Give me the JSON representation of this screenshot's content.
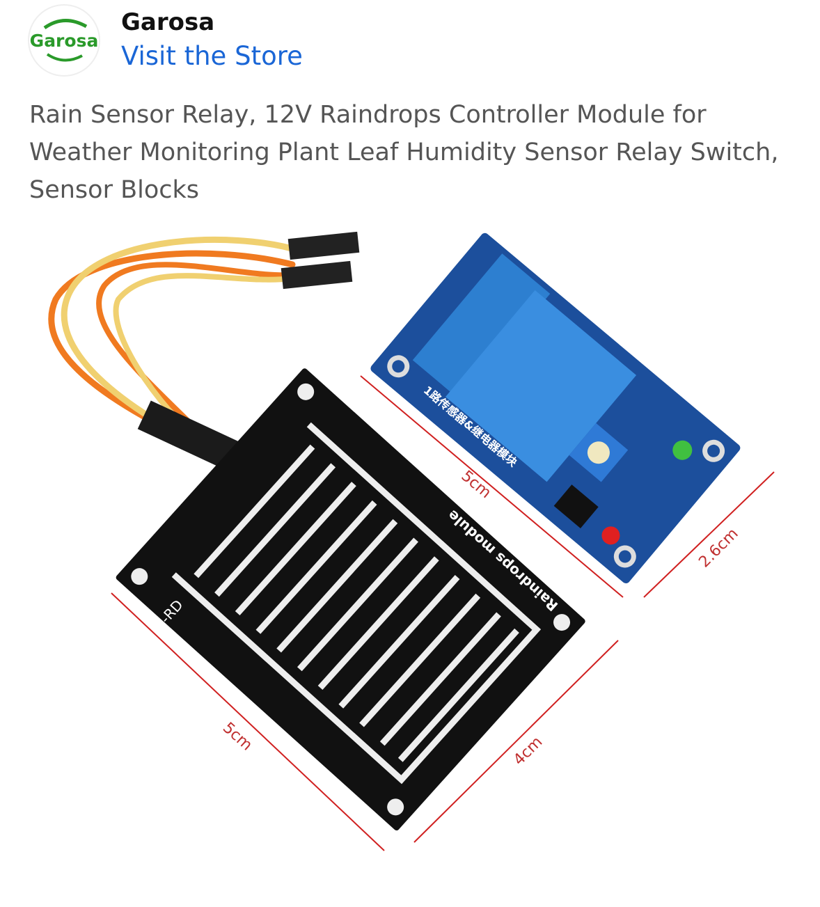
{
  "store": {
    "logo_text": "Garosa",
    "name": "Garosa",
    "visit_link": "Visit the Store"
  },
  "product": {
    "title": "Rain Sensor Relay, 12V Raindrops Controller Module for Weather Monitoring Plant Leaf Humidity Sensor Relay Switch, Sensor Blocks",
    "image_labels": {
      "sensor_model": "MH-RD",
      "sensor_name": "Raindrops module",
      "relay_text": "1路传感器&继电器模块",
      "dim_sensor_length": "5cm",
      "dim_sensor_width": "4cm",
      "dim_relay_length": "5cm",
      "dim_relay_width": "2.6cm"
    }
  }
}
